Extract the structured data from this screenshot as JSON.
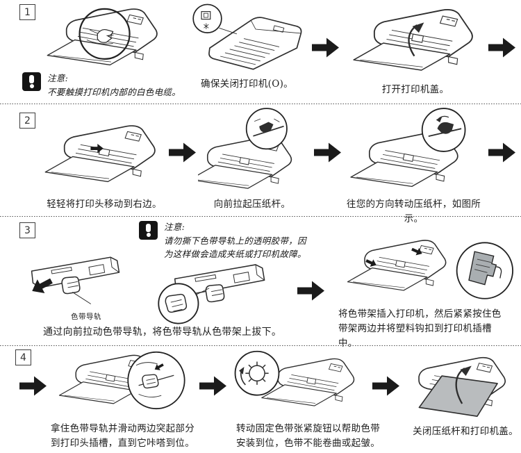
{
  "document": {
    "type": "printer-ribbon-installation-instructions",
    "language": "zh-CN"
  },
  "colors": {
    "background": "#ffffff",
    "ink": "#1f1f1f",
    "warning_icon_bg": "#141414",
    "cover_gray": "#b9bcbe"
  },
  "icons": {
    "warning-icon": "white exclamation mark in black rounded square",
    "arrow-right-icon": "solid black right-pointing arrow"
  },
  "steps": [
    {
      "number": "1",
      "warning": {
        "title": "注意:",
        "body": "不要触摸打印机内部的白色电缆。"
      },
      "caption_power": "确保关闭打印机(O)。",
      "caption_cover": "打开打印机盖。"
    },
    {
      "number": "2",
      "caption_move_head": "轻轻将打印头移动到右边。",
      "caption_lever_up": "向前拉起压纸杆。",
      "caption_lever_turn": "往您的方向转动压纸杆，如图所示。"
    },
    {
      "number": "3",
      "warning": {
        "title": "注意:",
        "body": "请勿撕下色带导轨上的透明胶带，因为这样做会造成夹纸或打印机故障。"
      },
      "guide_label": "色带导轨",
      "caption_pull": "通过向前拉动色带导轨，将色带导轨从色带架上拔下。",
      "caption_insert": "将色带架插入打印机，然后紧紧按住色带架两边并将塑料钩扣到打印机插槽中。"
    },
    {
      "number": "4",
      "caption_slide": "拿住色带导轨并滑动两边突起部分到打印头插槽，直到它咔嗒到位。",
      "caption_knob": "转动固定色带张紧旋钮以帮助色带安装到位，色带不能卷曲或起皱。",
      "caption_close": "关闭压纸杆和打印机盖。"
    }
  ]
}
